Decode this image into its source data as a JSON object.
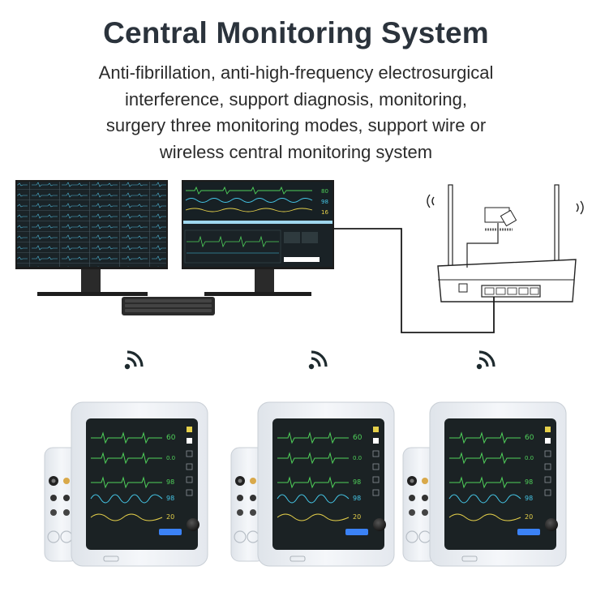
{
  "header": {
    "title": "Central Monitoring System",
    "subtitle_lines": [
      "Anti-fibrillation, anti-high-frequency electrosurgical",
      "interference, support diagnosis, monitoring,",
      "surgery three monitoring modes, support wire or",
      "wireless central monitoring system"
    ]
  },
  "colors": {
    "screen": "#1b2224",
    "ecg_green": "#4fd15a",
    "spo2_cyan": "#45c6e6",
    "resp_yellow": "#e5d04a",
    "monitor_body": "#eef1f5",
    "network_line": "#1a1a1a"
  },
  "icons": [
    "wireless-signal-icon",
    "router-antenna-icon",
    "keyboard-icon",
    "power-plug-icon"
  ]
}
